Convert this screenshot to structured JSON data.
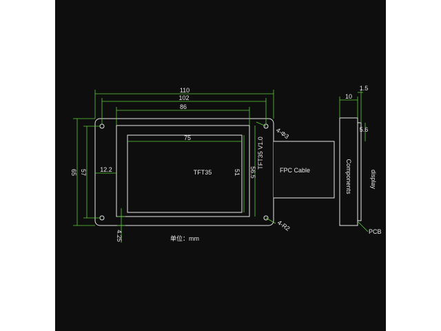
{
  "dimensions": {
    "width_outer": "110",
    "width_holes": "102",
    "width_view": "86",
    "height_outer": "65",
    "height_holes": "57",
    "active_width": "75",
    "active_height": "51",
    "view_height": "56.5",
    "left_offset": "12.2",
    "bottom_offset": "4.25",
    "thickness": "10",
    "board_thickness": "1.5",
    "side_offset": "5.6"
  },
  "labels": {
    "model": "TFT35",
    "board_version": "TFT35 V1.0",
    "fpc": "FPC Cable",
    "hole_callout": "4-Φ3",
    "radius_callout": "4-R2",
    "components": "Components",
    "display": "display",
    "pcb": "PCB",
    "unit": "单位：mm"
  },
  "colors": {
    "background": "#0e0e0e",
    "outline": "#e8e8e8",
    "dimension": "#5fcf3a"
  }
}
